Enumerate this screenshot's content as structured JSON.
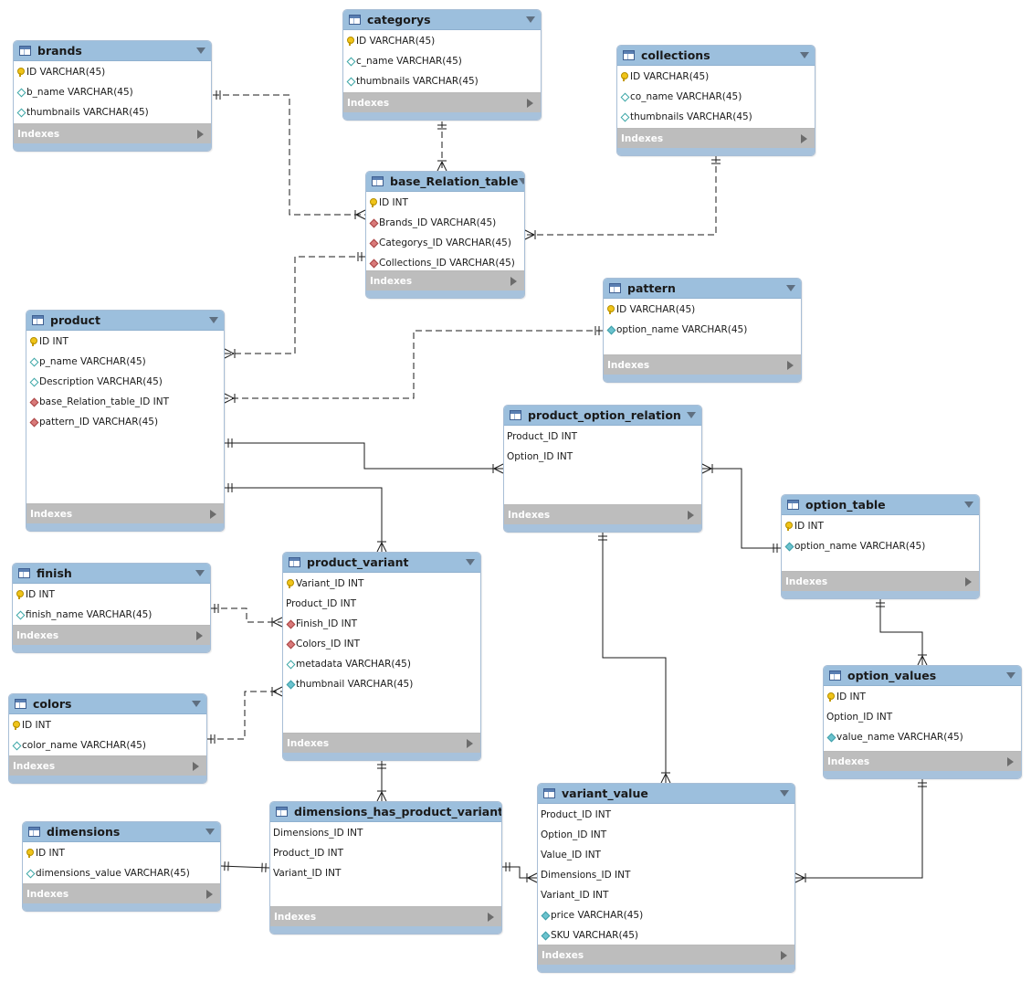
{
  "diagram": {
    "indexes_label": "Indexes",
    "colors": {
      "header": "#9cbfdd",
      "footer": "#bdbdbd",
      "line": "#1a1a1a",
      "key_icon": "#f0c419",
      "foreign_key_icon": "#d97a7a",
      "column_icon": "#3ba6a6"
    },
    "tables": {
      "brands": {
        "name": "brands",
        "columns": [
          {
            "icon": "key-icon",
            "text": "ID VARCHAR(45)"
          },
          {
            "icon": "column-icon",
            "text": "b_name VARCHAR(45)"
          },
          {
            "icon": "column-icon",
            "text": "thumbnails VARCHAR(45)"
          }
        ]
      },
      "categorys": {
        "name": "categorys",
        "columns": [
          {
            "icon": "key-icon",
            "text": "ID VARCHAR(45)"
          },
          {
            "icon": "column-icon",
            "text": "c_name VARCHAR(45)"
          },
          {
            "icon": "column-icon",
            "text": "thumbnails VARCHAR(45)"
          }
        ]
      },
      "collections": {
        "name": "collections",
        "columns": [
          {
            "icon": "key-icon",
            "text": "ID VARCHAR(45)"
          },
          {
            "icon": "column-icon",
            "text": "co_name VARCHAR(45)"
          },
          {
            "icon": "column-icon",
            "text": "thumbnails VARCHAR(45)"
          }
        ]
      },
      "base_relation_table": {
        "name": "base_Relation_table",
        "columns": [
          {
            "icon": "key-icon",
            "text": "ID INT"
          },
          {
            "icon": "foreign-key-icon",
            "text": "Brands_ID VARCHAR(45)"
          },
          {
            "icon": "foreign-key-icon",
            "text": "Categorys_ID VARCHAR(45)"
          },
          {
            "icon": "foreign-key-icon",
            "text": "Collections_ID VARCHAR(45)"
          }
        ]
      },
      "pattern": {
        "name": "pattern",
        "columns": [
          {
            "icon": "key-icon",
            "text": "ID VARCHAR(45)"
          },
          {
            "icon": "not-null-column-icon",
            "text": "option_name VARCHAR(45)"
          }
        ]
      },
      "product": {
        "name": "product",
        "columns": [
          {
            "icon": "key-icon",
            "text": "ID INT"
          },
          {
            "icon": "column-icon",
            "text": "p_name VARCHAR(45)"
          },
          {
            "icon": "column-icon",
            "text": "Description VARCHAR(45)"
          },
          {
            "icon": "foreign-key-icon",
            "text": "base_Relation_table_ID INT"
          },
          {
            "icon": "foreign-key-icon",
            "text": "pattern_ID VARCHAR(45)"
          }
        ]
      },
      "product_option_relation": {
        "name": "product_option_relation",
        "columns": [
          {
            "icon": "none",
            "text": "Product_ID INT"
          },
          {
            "icon": "none",
            "text": "Option_ID INT"
          }
        ]
      },
      "option_table": {
        "name": "option_table",
        "columns": [
          {
            "icon": "key-icon",
            "text": "ID INT"
          },
          {
            "icon": "not-null-column-icon",
            "text": "option_name VARCHAR(45)"
          }
        ]
      },
      "finish": {
        "name": "finish",
        "columns": [
          {
            "icon": "key-icon",
            "text": "ID INT"
          },
          {
            "icon": "column-icon",
            "text": "finish_name VARCHAR(45)"
          }
        ]
      },
      "product_variant": {
        "name": "product_variant",
        "columns": [
          {
            "icon": "key-icon",
            "text": "Variant_ID INT"
          },
          {
            "icon": "none",
            "text": "Product_ID INT"
          },
          {
            "icon": "foreign-key-icon",
            "text": "Finish_ID INT"
          },
          {
            "icon": "foreign-key-icon",
            "text": "Colors_ID INT"
          },
          {
            "icon": "column-icon",
            "text": "metadata VARCHAR(45)"
          },
          {
            "icon": "not-null-column-icon",
            "text": "thumbnail VARCHAR(45)"
          }
        ]
      },
      "colors": {
        "name": "colors",
        "columns": [
          {
            "icon": "key-icon",
            "text": "ID INT"
          },
          {
            "icon": "column-icon",
            "text": "color_name VARCHAR(45)"
          }
        ]
      },
      "option_values": {
        "name": "option_values",
        "columns": [
          {
            "icon": "key-icon",
            "text": "ID INT"
          },
          {
            "icon": "none",
            "text": "Option_ID INT"
          },
          {
            "icon": "not-null-column-icon",
            "text": "value_name VARCHAR(45)"
          }
        ]
      },
      "dimensions": {
        "name": "dimensions",
        "columns": [
          {
            "icon": "key-icon",
            "text": "ID INT"
          },
          {
            "icon": "column-icon",
            "text": "dimensions_value VARCHAR(45)"
          }
        ]
      },
      "dimensions_has_product_variant": {
        "name": "dimensions_has_product_variant",
        "columns": [
          {
            "icon": "none",
            "text": "Dimensions_ID INT"
          },
          {
            "icon": "none",
            "text": "Product_ID INT"
          },
          {
            "icon": "none",
            "text": "Variant_ID INT"
          }
        ]
      },
      "variant_value": {
        "name": "variant_value",
        "columns": [
          {
            "icon": "none",
            "text": "Product_ID INT"
          },
          {
            "icon": "none",
            "text": "Option_ID INT"
          },
          {
            "icon": "none",
            "text": "Value_ID INT"
          },
          {
            "icon": "none",
            "text": "Dimensions_ID INT"
          },
          {
            "icon": "none",
            "text": "Variant_ID INT"
          },
          {
            "icon": "not-null-column-icon",
            "text": "price VARCHAR(45)"
          },
          {
            "icon": "not-null-column-icon",
            "text": "SKU VARCHAR(45)"
          }
        ]
      }
    },
    "relationships": [
      {
        "from": "brands",
        "to": "base_relation_table",
        "style": "dashed"
      },
      {
        "from": "categorys",
        "to": "base_relation_table",
        "style": "dashed"
      },
      {
        "from": "collections",
        "to": "base_relation_table",
        "style": "dashed"
      },
      {
        "from": "base_relation_table",
        "to": "product",
        "style": "dashed"
      },
      {
        "from": "pattern",
        "to": "product",
        "style": "dashed"
      },
      {
        "from": "product",
        "to": "product_option_relation",
        "style": "solid"
      },
      {
        "from": "option_table",
        "to": "product_option_relation",
        "style": "solid"
      },
      {
        "from": "product",
        "to": "product_variant",
        "style": "solid"
      },
      {
        "from": "finish",
        "to": "product_variant",
        "style": "dashed"
      },
      {
        "from": "colors",
        "to": "product_variant",
        "style": "dashed"
      },
      {
        "from": "option_table",
        "to": "option_values",
        "style": "solid"
      },
      {
        "from": "product_option_relation",
        "to": "variant_value",
        "style": "solid"
      },
      {
        "from": "product_variant",
        "to": "dimensions_has_product_variant",
        "style": "solid"
      },
      {
        "from": "dimensions",
        "to": "dimensions_has_product_variant",
        "style": "solid"
      },
      {
        "from": "dimensions_has_product_variant",
        "to": "variant_value",
        "style": "solid"
      },
      {
        "from": "option_values",
        "to": "variant_value",
        "style": "solid"
      }
    ]
  }
}
